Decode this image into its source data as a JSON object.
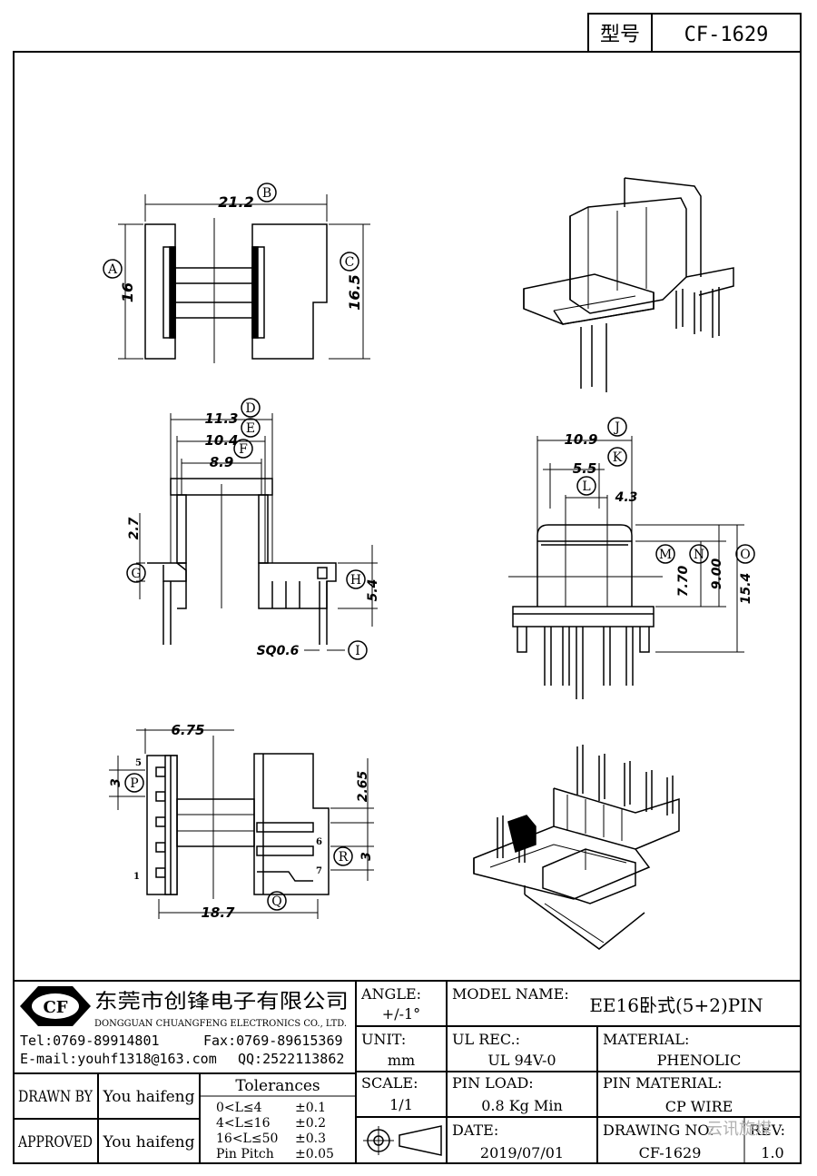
{
  "title_block": {
    "model_label": "型号",
    "model_value": "CF-1629",
    "company_cn": "东莞市创锋电子有限公司",
    "company_en": "DONGGUAN CHUANGFENG ELECTRONICS CO., LTD.",
    "logo_text": "CF",
    "tel": "Tel:0769-89914801",
    "fax": "Fax:0769-89615369",
    "email": "E-mail:youhf1318@163.com",
    "qq": "QQ:2522113862",
    "drawn_by_label": "DRAWN BY",
    "drawn_by_value": "You haifeng",
    "approved_label": "APPROVED",
    "approved_value": "You haifeng",
    "tolerances_label": "Tolerances",
    "tolerances": [
      {
        "range": "0<L≤4",
        "tol": "±0.1"
      },
      {
        "range": "4<L≤16",
        "tol": "±0.2"
      },
      {
        "range": "16<L≤50",
        "tol": "±0.3"
      },
      {
        "range": "Pin Pitch",
        "tol": "±0.05"
      }
    ],
    "angle_label": "ANGLE:",
    "angle_value": "+/-1°",
    "unit_label": "UNIT:",
    "unit_value": "mm",
    "scale_label": "SCALE:",
    "scale_value": "1/1",
    "model_name_label": "MODEL NAME:",
    "model_name_value": "EE16卧式(5+2)PIN",
    "ul_rec_label": "UL REC.:",
    "ul_rec_value": "UL 94V-0",
    "material_label": "MATERIAL:",
    "material_value": "PHENOLIC",
    "pin_load_label": "PIN LOAD:",
    "pin_load_value": "0.8 Kg Min",
    "pin_material_label": "PIN MATERIAL:",
    "pin_material_value": "CP WIRE",
    "date_label": "DATE:",
    "date_value": "2019/07/01",
    "drawing_no_label": "DRAWING NO:",
    "drawing_no_value": "CF-1629",
    "rev_label": "REV:",
    "rev_value": "1.0",
    "watermark": "云讯旋煤"
  },
  "dimensions": {
    "A": {
      "letter": "A",
      "value": "16"
    },
    "B": {
      "letter": "B",
      "value": "21.2"
    },
    "C": {
      "letter": "C",
      "value": "16.5"
    },
    "D": {
      "letter": "D",
      "value": "11.3"
    },
    "E": {
      "letter": "E",
      "value": "10.4"
    },
    "F": {
      "letter": "F",
      "value": "8.9"
    },
    "G": {
      "letter": "G",
      "value": "2.7"
    },
    "H": {
      "letter": "H",
      "value": "5.4"
    },
    "I": {
      "letter": "I",
      "value": "SQ0.6"
    },
    "J": {
      "letter": "J",
      "value": "10.9"
    },
    "K": {
      "letter": "K",
      "value": "5.5"
    },
    "L": {
      "letter": "L",
      "value": "4.3"
    },
    "M": {
      "letter": "M",
      "value": "7.70"
    },
    "N": {
      "letter": "N",
      "value": "9.00"
    },
    "O": {
      "letter": "O",
      "value": "15.4"
    },
    "P": {
      "letter": "P",
      "value": "3"
    },
    "Q": {
      "letter": "Q",
      "value": "18.7"
    },
    "R": {
      "letter": "R",
      "value": "3"
    },
    "S1": {
      "value": "6.75"
    },
    "S2": {
      "value": "2.65"
    }
  },
  "pin_labels": {
    "p5": "5",
    "p1": "1",
    "p6": "6",
    "p7": "7"
  }
}
